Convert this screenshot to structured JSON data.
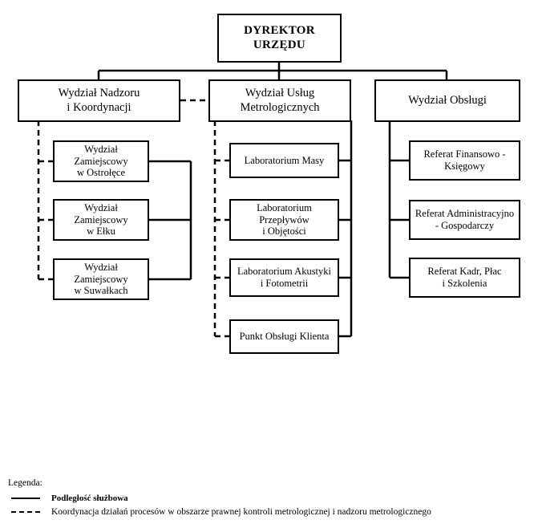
{
  "diagram": {
    "type": "org-chart",
    "title_text": "DYREKTOR\nURZĘDU",
    "root": {
      "id": "dyrektor",
      "label": "DYREKTOR\nURZĘDU"
    },
    "departments": [
      {
        "id": "wydzial-nadzoru",
        "label": "Wydział Nadzoru\ni Koordynacji",
        "children": [
          {
            "id": "wz-ostroleka",
            "label": "Wydział\nZamiejscowy\nw Ostrołęce"
          },
          {
            "id": "wz-elk",
            "label": "Wydział\nZamiejscowy\nw Ełku"
          },
          {
            "id": "wz-suwalki",
            "label": "Wydział\nZamiejscowy\nw Suwałkach"
          }
        ]
      },
      {
        "id": "wydzial-uslug",
        "label": "Wydział Usług\nMetrologicznych",
        "children": [
          {
            "id": "lab-masy",
            "label": "Laboratorium Masy"
          },
          {
            "id": "lab-przeplywow",
            "label": "Laboratorium\nPrzepływów\ni Objętości"
          },
          {
            "id": "lab-akustyki",
            "label": "Laboratorium Akustyki\ni Fotometrii"
          },
          {
            "id": "punkt-obslugi",
            "label": "Punkt Obsługi Klienta"
          }
        ]
      },
      {
        "id": "wydzial-obslugi",
        "label": "Wydział Obsługi",
        "children": [
          {
            "id": "referat-finansowy",
            "label": "Referat Finansowo -\nKsięgowy"
          },
          {
            "id": "referat-administracyjny",
            "label": "Referat Administracyjno\n- Gospodarczy"
          },
          {
            "id": "referat-kadr",
            "label": "Referat Kadr, Płac\ni Szkolenia"
          }
        ]
      }
    ]
  },
  "legend": {
    "title": "Legenda:",
    "items": [
      {
        "style": "solid",
        "label": "Podległość służbowa",
        "bold": true
      },
      {
        "style": "dashed",
        "label": "Koordynacja działań procesów w obszarze prawnej kontroli metrologicznej i nadzoru metrologicznego",
        "bold": false
      }
    ]
  },
  "colors": {
    "line": "#000000",
    "box_border": "#000000",
    "background": "#ffffff",
    "text": "#000000"
  }
}
